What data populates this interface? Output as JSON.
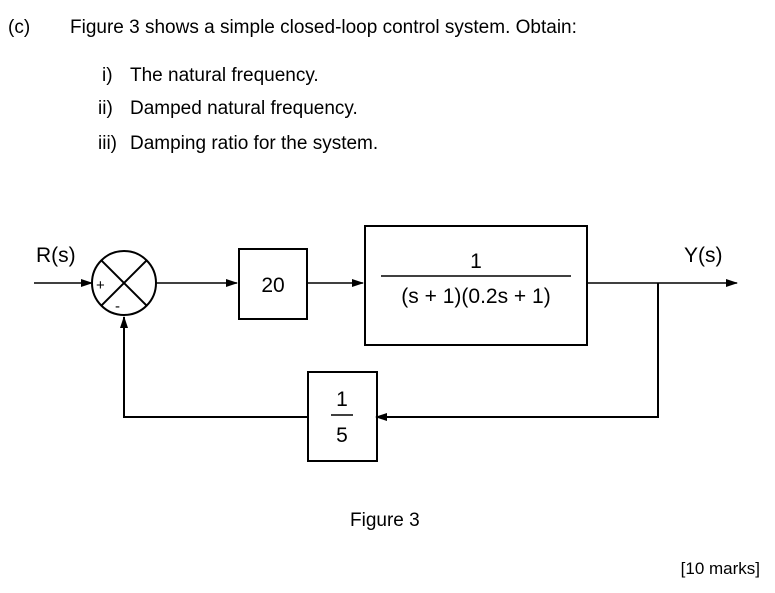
{
  "part": "(c)",
  "question": "Figure 3 shows a simple closed-loop control system. Obtain:",
  "items": [
    {
      "num": "i)",
      "text": "The natural frequency."
    },
    {
      "num": "ii)",
      "text": "Damped natural frequency."
    },
    {
      "num": "iii)",
      "text": "Damping ratio for the system."
    }
  ],
  "diagram": {
    "input_label": "R(s)",
    "output_label": "Y(s)",
    "plus_sign": "+",
    "minus_sign": "-",
    "gain_block": "20",
    "plant_numerator": "1",
    "plant_denominator": "(s + 1)(0.2s + 1)",
    "feedback_numerator": "1",
    "feedback_denominator": "5"
  },
  "figure_caption": "Figure 3",
  "marks": "[10 marks]"
}
